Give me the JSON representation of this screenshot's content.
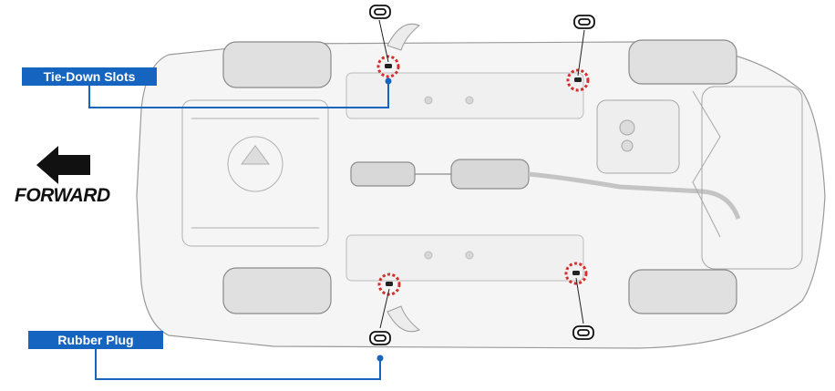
{
  "labels": {
    "tie_down": "Tie-Down Slots",
    "rubber_plug": "Rubber Plug",
    "direction": "FORWARD"
  },
  "colors": {
    "label_bg": "#1565c0",
    "leader_line": "#1565c0",
    "slot_circle": "#d32f2f",
    "car_outline": "#9e9e9e",
    "car_fill": "#f4f4f4"
  },
  "icons": {
    "direction_arrow": "arrow-left-icon",
    "plug": "rubber-plug-icon",
    "slot": "tie-down-slot-marker"
  }
}
